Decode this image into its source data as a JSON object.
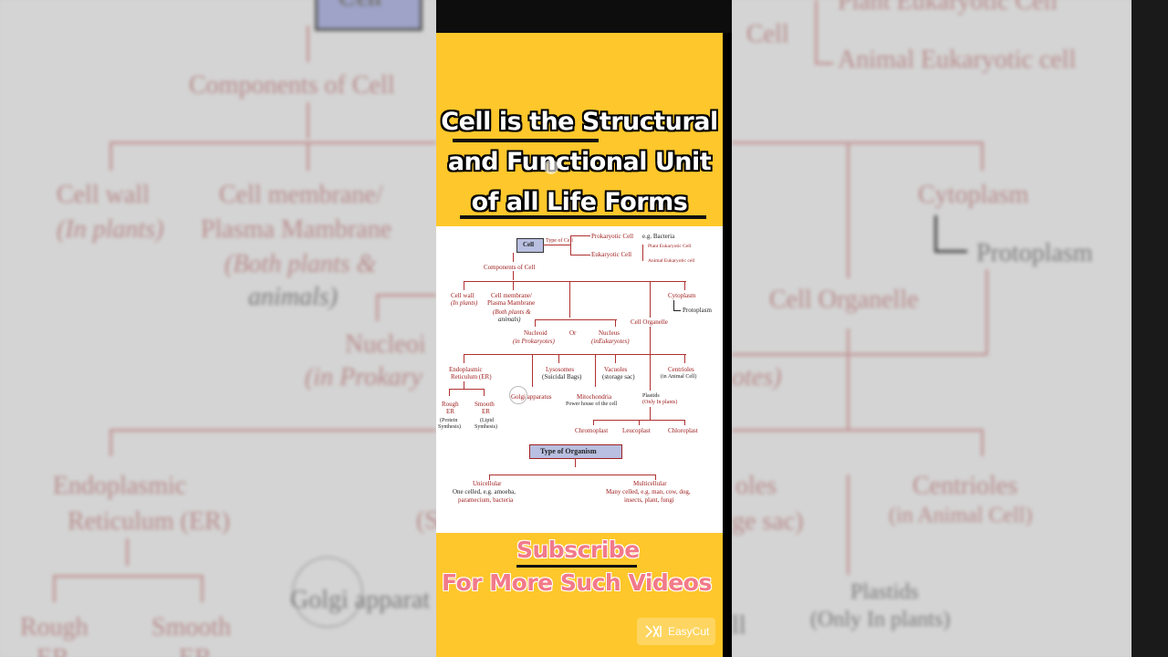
{
  "title_lines": [
    "Cell is the Structural",
    "and Functional Unit",
    "of all Life Forms"
  ],
  "cta": {
    "subscribe": "Subscribe",
    "more": "For More Such Videos"
  },
  "watermark": {
    "label": "EasyCut",
    "icon": "easycut-logo-icon"
  },
  "diagram": {
    "cell": "Cell",
    "type_of_cell": "Type of Cell",
    "prokaryotic": "Prokaryotic Cell",
    "eg_bacteria": "e.g. Bacteria",
    "eukaryotic": "Eukaryotic Cell",
    "plant_euk": "Plant Eukaryotic Cell",
    "animal_euk": "Animal Eukaryotic cell",
    "components": "Components of Cell",
    "cell_wall": "Cell wall",
    "in_plants": "(In plants)",
    "cell_membrane": "Cell membrane/",
    "plasma_membrane": "Plasma Mambrane",
    "both_plants": "(Both plants &",
    "animals": "animals)",
    "cytoplasm": "Cytoplasm",
    "protoplasm": "Protoplasm",
    "cell_organelle": "Cell Organelle",
    "nucleoid": "Nucleoid",
    "in_prokaryotes": "(in Prokaryotes)",
    "or": "Or",
    "nucleus": "Nucleus",
    "in_eukaryotes": "(inEukaryotes)",
    "er1": "Endoplasmic",
    "er2": "Reticulum (ER)",
    "lysosomes": "Lysosomes",
    "suicidal": "(Suicidal Bags)",
    "vacuoles": "Vacuoles",
    "storage": "(storage sac)",
    "centrioles": "Centrioles",
    "in_animal": "(in Animal Cell)",
    "rough": "Rough",
    "er": "ER",
    "smooth": "Smooth",
    "protein": "(Protein",
    "synthesis1": "Synthesis)",
    "lipid": "(Lipid",
    "synthesis2": "Synthesis)",
    "golgi": "Golgi apparatus",
    "mitochondria": "Mitochondria",
    "powerhouse": "Power house of the cell",
    "plastids": "Plastids",
    "only_plants": "(Only In plants)",
    "chromoplast": "Chromoplast",
    "leucoplast": "Leucoplast",
    "chloroplast": "Chloroplast",
    "type_organism": "Type of Organism",
    "unicellular": "Unicellular",
    "one_celled": "One celled, e.g. amoeba,",
    "paramecium": "paramecium, bacteria",
    "multicellular": "Multicellular",
    "many_celled": "Many celled, e.g. man, cow, dog,",
    "insects": "insects, plant, fungi"
  },
  "backdrop": {
    "cell": "Cell",
    "plant_euk": "Plant Eukaryotic Cell",
    "euk_cell": "Cell",
    "animal_euk": "Animal Eukaryotic cell",
    "components": "Components of Cell",
    "cell_wall": "Cell wall",
    "in_plants": "(In plants)",
    "cell_membrane": "Cell membrane/",
    "plasma_membrane": "Plasma Mambrane",
    "both": "(Both plants &",
    "animals": "animals)",
    "nucleoid": "Nucleoi",
    "in_prok": "(in Prokary",
    "cytoplasm": "Cytoplasm",
    "protoplasm": "Protoplasm",
    "cell_organelle": "Cell Organelle",
    "otes": "otes)",
    "er1": "Endoplasmic",
    "er2": "Reticulum (ER)",
    "s_frag": "(S",
    "oles": "oles",
    "ge_sac": "ge sac)",
    "centrioles": "Centrioles",
    "in_animal": "(in Animal Cell)",
    "golgi": "Golgi apparat",
    "plastids": "Plastids",
    "only_plants": "(Only In plants)",
    "rough": "Rough",
    "smooth": "Smooth",
    "er_a": "ER",
    "er_b": "ER",
    "l_frag": "ll"
  }
}
